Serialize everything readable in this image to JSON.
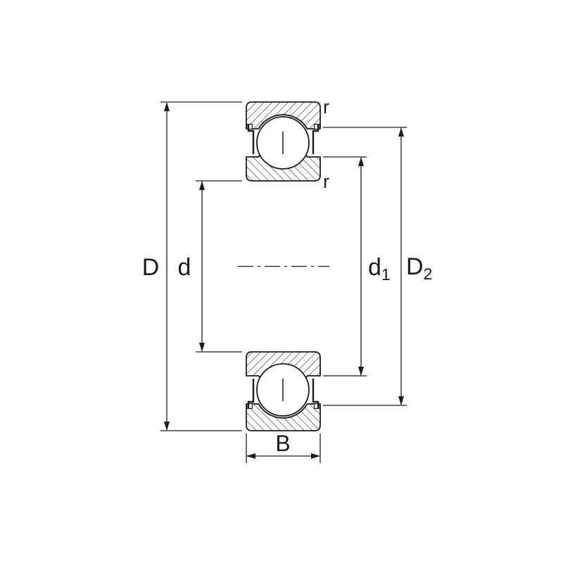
{
  "diagram": {
    "labels": {
      "D": "D",
      "d": "d",
      "d1_base": "d",
      "d1_sub": "1",
      "D2_base": "D",
      "D2_sub": "2",
      "B": "B",
      "r_outer": "r",
      "r_inner": "r"
    },
    "colors": {
      "line": "#1c1c1c",
      "background": "#ffffff"
    }
  }
}
